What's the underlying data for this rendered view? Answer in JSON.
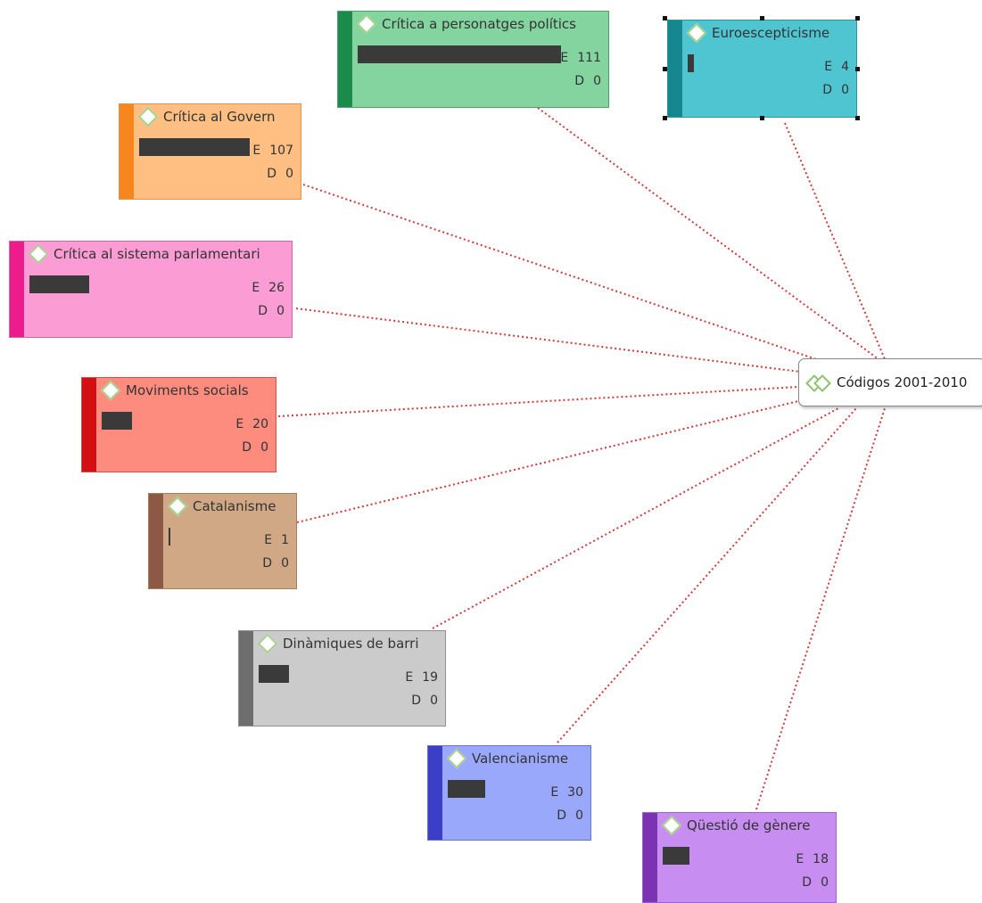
{
  "center": {
    "label": "Códigos 2001-2010",
    "icon": "code-group-icon"
  },
  "codes": [
    {
      "id": "critica-personatges",
      "label": "Crítica a personatges polítics",
      "e_label": "E",
      "e_value": "111",
      "d_label": "D",
      "d_value": "0",
      "fill": "#84d4a0",
      "stripe": "#1c8a4a",
      "border": "#4f9f6a",
      "selected": false
    },
    {
      "id": "euroescepticisme",
      "label": "Euroescepticisme",
      "e_label": "E",
      "e_value": "4",
      "d_label": "D",
      "d_value": "0",
      "fill": "#4fc5d1",
      "stripe": "#16868f",
      "border": "#2a96a0",
      "selected": true
    },
    {
      "id": "critica-govern",
      "label": "Crítica al Govern",
      "e_label": "E",
      "e_value": "107",
      "d_label": "D",
      "d_value": "0",
      "fill": "#ffbf82",
      "stripe": "#f7861d",
      "border": "#d89650",
      "selected": false
    },
    {
      "id": "critica-sistema",
      "label": "Crítica al sistema parlamentari",
      "e_label": "E",
      "e_value": "26",
      "d_label": "D",
      "d_value": "0",
      "fill": "#fb9dd4",
      "stripe": "#ec1c8c",
      "border": "#d064a8",
      "selected": false
    },
    {
      "id": "moviments-socials",
      "label": "Moviments socials",
      "e_label": "E",
      "e_value": "20",
      "d_label": "D",
      "d_value": "0",
      "fill": "#fd8c7e",
      "stripe": "#d40f14",
      "border": "#d2504a",
      "selected": false
    },
    {
      "id": "catalanisme",
      "label": "Catalanisme",
      "e_label": "E",
      "e_value": "1",
      "d_label": "D",
      "d_value": "0",
      "fill": "#d0a886",
      "stripe": "#8e5944",
      "border": "#a5805f",
      "selected": false
    },
    {
      "id": "dinamiques-barri",
      "label": "Dinàmiques de barri",
      "e_label": "E",
      "e_value": "19",
      "d_label": "D",
      "d_value": "0",
      "fill": "#cbcbcb",
      "stripe": "#6e6e6e",
      "border": "#8f8f8f",
      "selected": false
    },
    {
      "id": "valencianisme",
      "label": "Valencianisme",
      "e_label": "E",
      "e_value": "30",
      "d_label": "D",
      "d_value": "0",
      "fill": "#9aa8fb",
      "stripe": "#3b3ec6",
      "border": "#6a72d8",
      "selected": false
    },
    {
      "id": "questio-genere",
      "label": "Qüestió de gènere",
      "e_label": "E",
      "e_value": "18",
      "d_label": "D",
      "d_value": "0",
      "fill": "#c88df1",
      "stripe": "#7b32b3",
      "border": "#9b63c8",
      "selected": false
    }
  ],
  "link_color": "#d03a3a"
}
